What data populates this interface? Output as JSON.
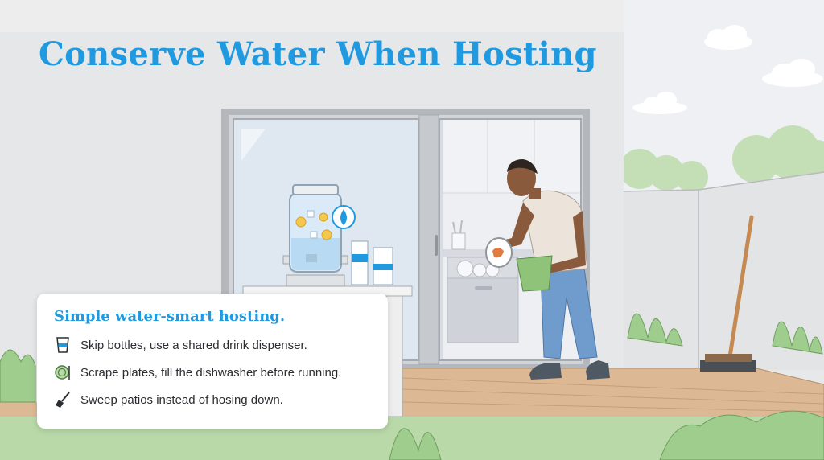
{
  "title": "Conserve Water When Hosting",
  "card": {
    "heading": "Simple water-smart hosting.",
    "tips": [
      {
        "icon": "cup-icon",
        "text": "Skip bottles, use a shared drink dispenser."
      },
      {
        "icon": "plate-fork-icon",
        "text": "Scrape plates, fill the dishwasher before running."
      },
      {
        "icon": "broom-icon",
        "text": "Sweep patios instead of hosing down."
      }
    ]
  },
  "colors": {
    "accent": "#1f9ae0",
    "text": "#2a2d31",
    "wall": "#e7e8ea",
    "deck": "#ddb894",
    "grass": "#a7cf95",
    "shirt": "#ece4da",
    "jeans": "#6f9ccc"
  }
}
